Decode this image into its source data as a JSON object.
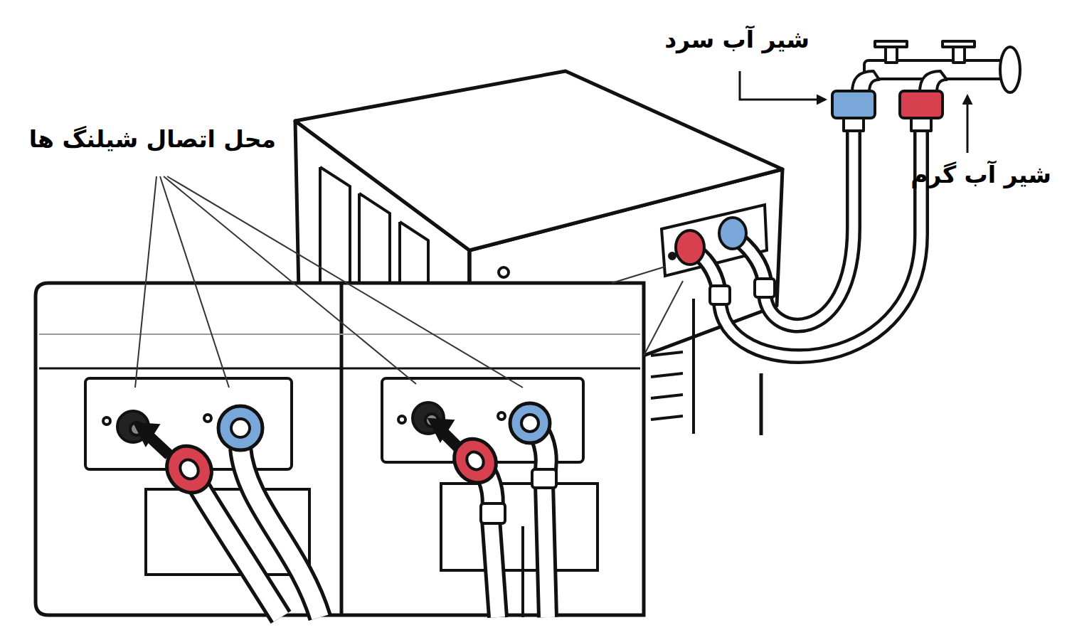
{
  "diagram": {
    "labels": [
      "شیر آب سرد",
      "شیر آب گرم",
      "محل اتصال شیلنگ ها"
    ]
  }
}
